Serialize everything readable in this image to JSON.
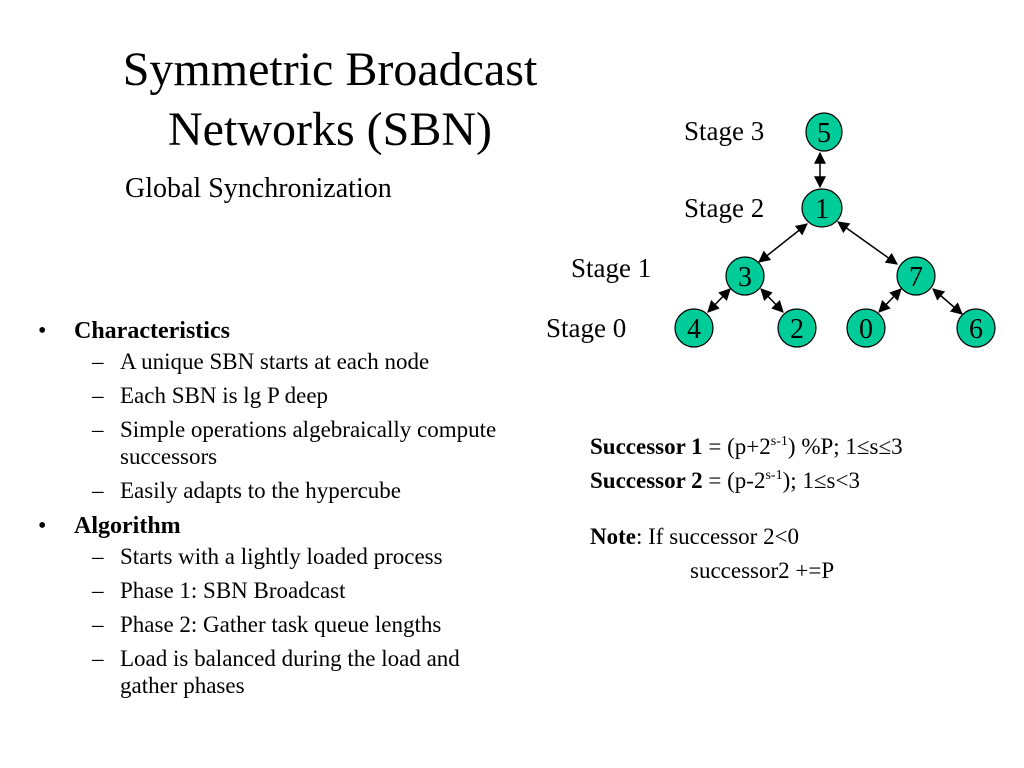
{
  "slide": {
    "title_line1": "Symmetric Broadcast",
    "title_line2": "Networks (SBN)",
    "subtitle": "Global Synchronization"
  },
  "bullets": [
    {
      "label": "Characteristics",
      "items": [
        "A unique SBN starts at each node",
        "Each SBN is lg P deep",
        "Simple operations algebraically compute successors",
        "Easily adapts to the hypercube"
      ]
    },
    {
      "label": "Algorithm",
      "items": [
        "Starts with a lightly loaded process",
        "Phase 1: SBN Broadcast",
        "Phase 2: Gather task queue lengths",
        "Load is balanced during the load and gather phases"
      ]
    }
  ],
  "diagram": {
    "stages": [
      "Stage 3",
      "Stage 2",
      "Stage 1",
      "Stage 0"
    ],
    "nodes": {
      "stage3": "5",
      "stage2": "1",
      "stage1_left": "3",
      "stage1_right": "7",
      "stage0_a": "4",
      "stage0_b": "2",
      "stage0_c": "0",
      "stage0_d": "6"
    },
    "node_fill": "#00CC99"
  },
  "formulas": {
    "s1_label": "Successor 1",
    "s1_eq": " = ",
    "s1_pre": "(p+2",
    "s1_sup": "s-1",
    "s1_post": ") %P; 1≤s≤3",
    "s2_label": "Successor 2",
    "s2_eq": " = ",
    "s2_pre": "(p-2",
    "s2_sup": "s-1",
    "s2_post": "); 1≤s<3",
    "note_label": "Note",
    "note_text": ": If successor 2<0",
    "note_cont": "successor2 +=P"
  }
}
